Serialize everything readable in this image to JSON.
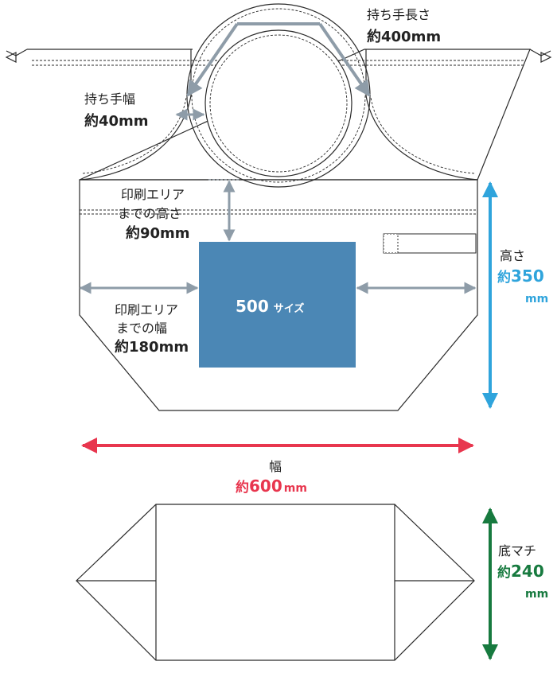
{
  "colors": {
    "outline": "#2a2a2a",
    "gray_arrow": "#8e9ca8",
    "print_area": "#4b87b5",
    "height_arrow": "#2fa4dc",
    "width_arrow": "#e8364e",
    "gusset_arrow": "#177a3f"
  },
  "handle": {
    "length_label": "持ち手長さ",
    "length_value": "約400mm",
    "width_label": "持ち手幅",
    "width_value": "約40mm"
  },
  "print_height": {
    "line1": "印刷エリア",
    "line2": "までの高さ",
    "value": "約90mm"
  },
  "print_width": {
    "line1": "印刷エリア",
    "line2": "までの幅",
    "value": "約180mm"
  },
  "print_area": {
    "size_number": "500",
    "size_suffix": "サイズ"
  },
  "height": {
    "label": "高さ",
    "prefix": "約",
    "number": "350",
    "unit": "mm"
  },
  "width": {
    "label": "幅",
    "prefix": "約",
    "number": "600",
    "unit": "mm"
  },
  "gusset": {
    "label": "底マチ",
    "prefix": "約",
    "number": "240",
    "unit": "mm"
  }
}
